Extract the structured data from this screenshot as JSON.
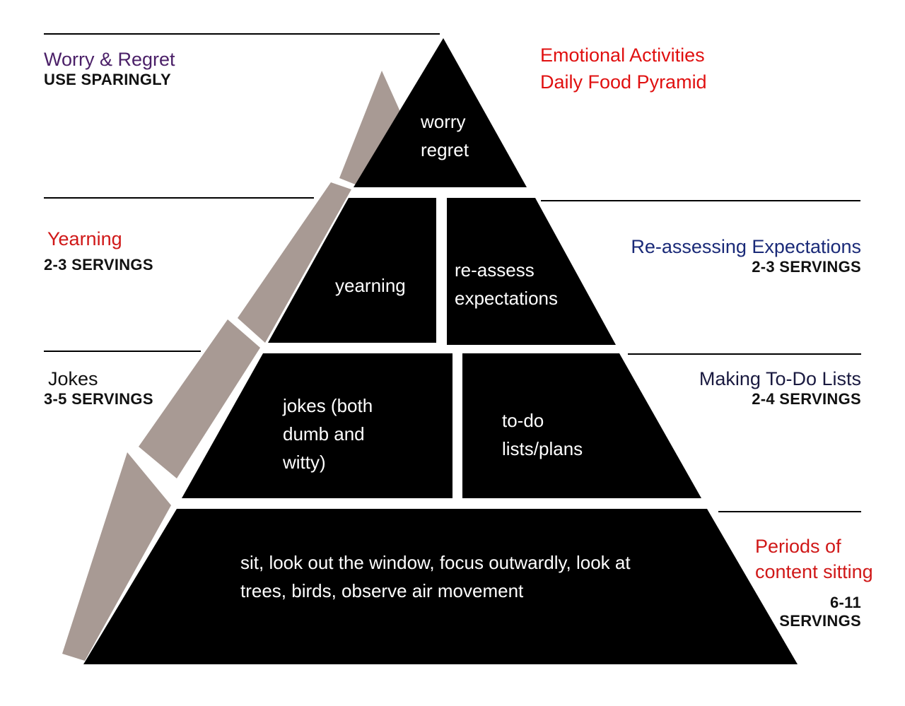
{
  "title": {
    "line1": "Emotional Activities",
    "line2": "Daily Food Pyramid",
    "color": "#e01010"
  },
  "levels": [
    {
      "blocks": [
        {
          "lines": [
            "worry",
            "regret"
          ]
        }
      ],
      "left_label": {
        "name": "Worry & Regret",
        "servings": "USE SPARINGLY",
        "color": "#4b2068"
      }
    },
    {
      "blocks": [
        {
          "lines": [
            "yearning"
          ]
        },
        {
          "lines": [
            "re-assess",
            "expectations"
          ]
        }
      ],
      "left_label": {
        "name": "Yearning",
        "servings": "2-3 SERVINGS",
        "color": "#d01818"
      },
      "right_label": {
        "name": "Re-assessing Expectations",
        "servings": "2-3 SERVINGS",
        "color": "#1a2a78"
      }
    },
    {
      "blocks": [
        {
          "lines": [
            "jokes (both",
            "dumb and",
            "witty)"
          ]
        },
        {
          "lines": [
            "to-do",
            "lists/plans"
          ]
        }
      ],
      "left_label": {
        "name": "Jokes",
        "servings": "3-5 SERVINGS",
        "color": "#111111"
      },
      "right_label": {
        "name": "Making To-Do Lists",
        "servings": "2-4 SERVINGS",
        "color": "#1a1a40"
      }
    },
    {
      "blocks": [
        {
          "lines": [
            "sit, look out the window, focus outwardly, look at",
            "trees, birds, observe air movement"
          ]
        }
      ],
      "right_label": {
        "name_lines": [
          "Periods of",
          "content sitting"
        ],
        "servings_lines": [
          "6-11",
          "SERVINGS"
        ],
        "color": "#d01818"
      }
    }
  ],
  "colors": {
    "block": "#000000",
    "shadow": "#a89a94",
    "text_on_block": "#ffffff"
  }
}
